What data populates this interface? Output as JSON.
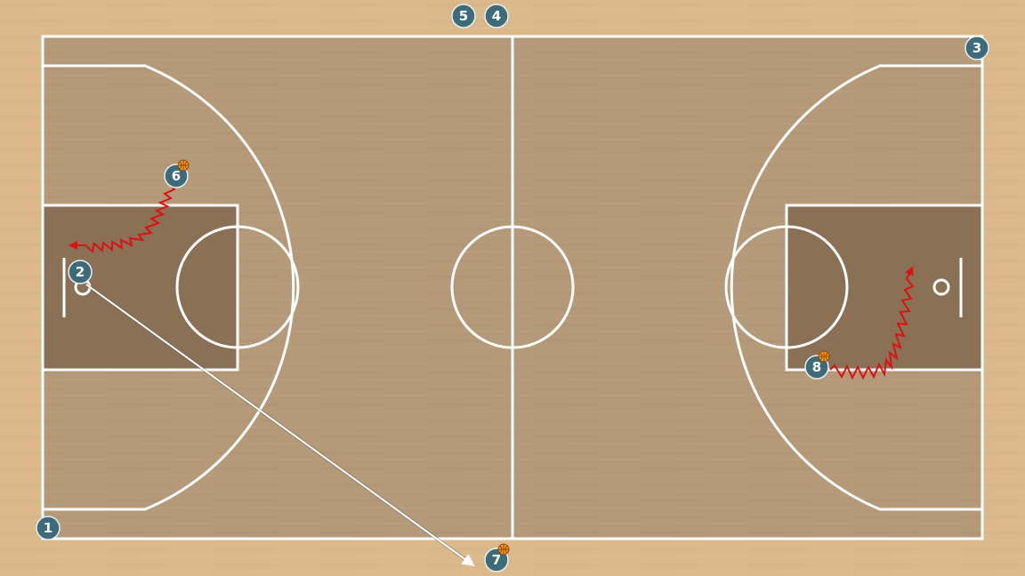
{
  "colors": {
    "floor_outer": "#dbb98a",
    "floor_court": "#b49a78",
    "paint": "#8a7156",
    "lines": "#ffffff",
    "player_fill": "#3d6b7a",
    "player_stroke": "#e8eef0",
    "dribble": "#dd1111",
    "pass": "#ffffff",
    "ball": "#f0921e"
  },
  "players": [
    {
      "id": "p1",
      "label": "1",
      "has_ball": false
    },
    {
      "id": "p2",
      "label": "2",
      "has_ball": false
    },
    {
      "id": "p3",
      "label": "3",
      "has_ball": false
    },
    {
      "id": "p4",
      "label": "4",
      "has_ball": false
    },
    {
      "id": "p5",
      "label": "5",
      "has_ball": false
    },
    {
      "id": "p6",
      "label": "6",
      "has_ball": true
    },
    {
      "id": "p7",
      "label": "7",
      "has_ball": true
    },
    {
      "id": "p8",
      "label": "8",
      "has_ball": true
    }
  ],
  "actions": [
    {
      "type": "dribble",
      "from_player": "6",
      "icon": "dribble-zigzag-arrow"
    },
    {
      "type": "dribble",
      "from_player": "8",
      "icon": "dribble-zigzag-arrow"
    },
    {
      "type": "pass",
      "from_player": "2",
      "to_player": "7",
      "icon": "pass-arrow"
    }
  ]
}
